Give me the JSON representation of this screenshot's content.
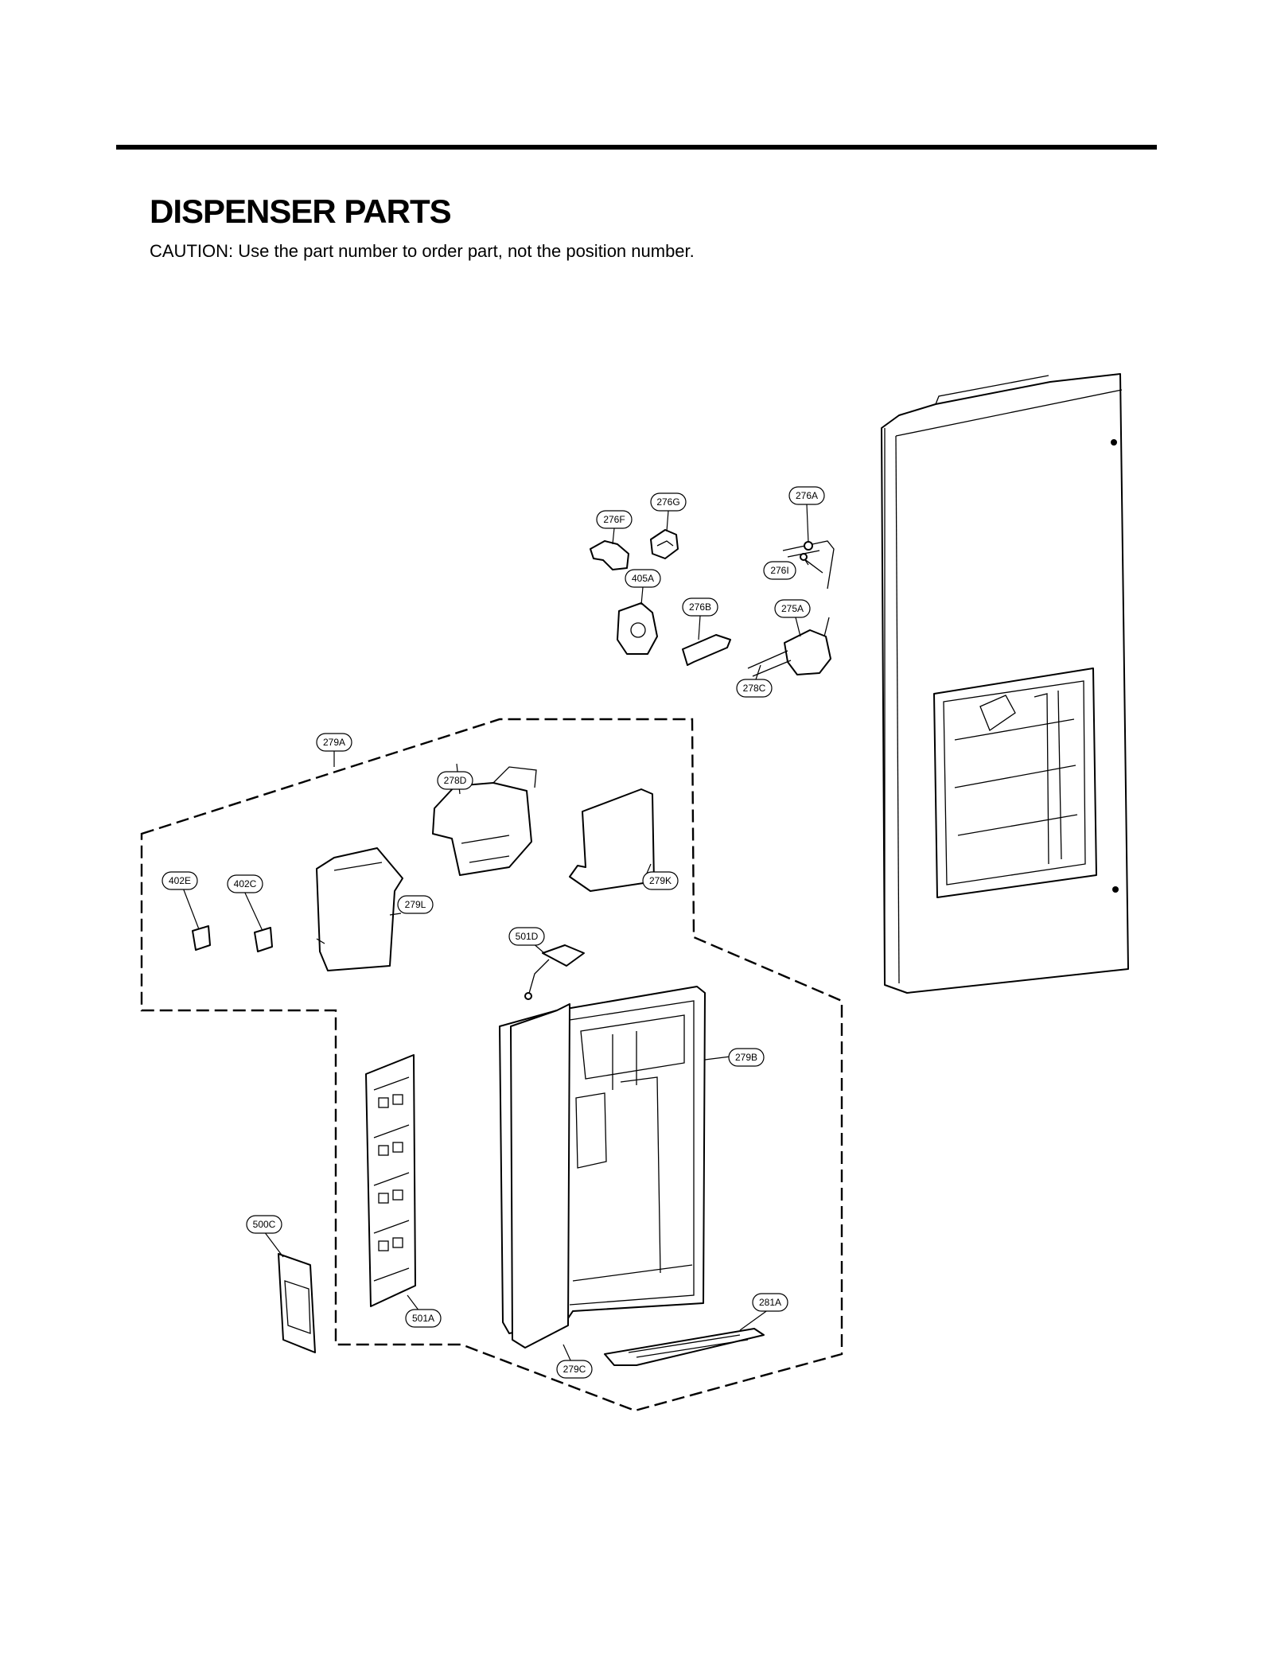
{
  "page": {
    "title": "DISPENSER PARTS",
    "caution": "CAUTION: Use the part number to order part, not the position number."
  },
  "labels": {
    "l276A": "276A",
    "l276G": "276G",
    "l276F": "276F",
    "l276I": "276I",
    "l405A": "405A",
    "l276B": "276B",
    "l275A": "275A",
    "l278C": "278C",
    "l279A": "279A",
    "l278D": "278D",
    "l279K": "279K",
    "l402E": "402E",
    "l402C": "402C",
    "l279L": "279L",
    "l501D": "501D",
    "l279B": "279B",
    "l500C": "500C",
    "l501A": "501A",
    "l281A": "281A",
    "l279C": "279C"
  }
}
